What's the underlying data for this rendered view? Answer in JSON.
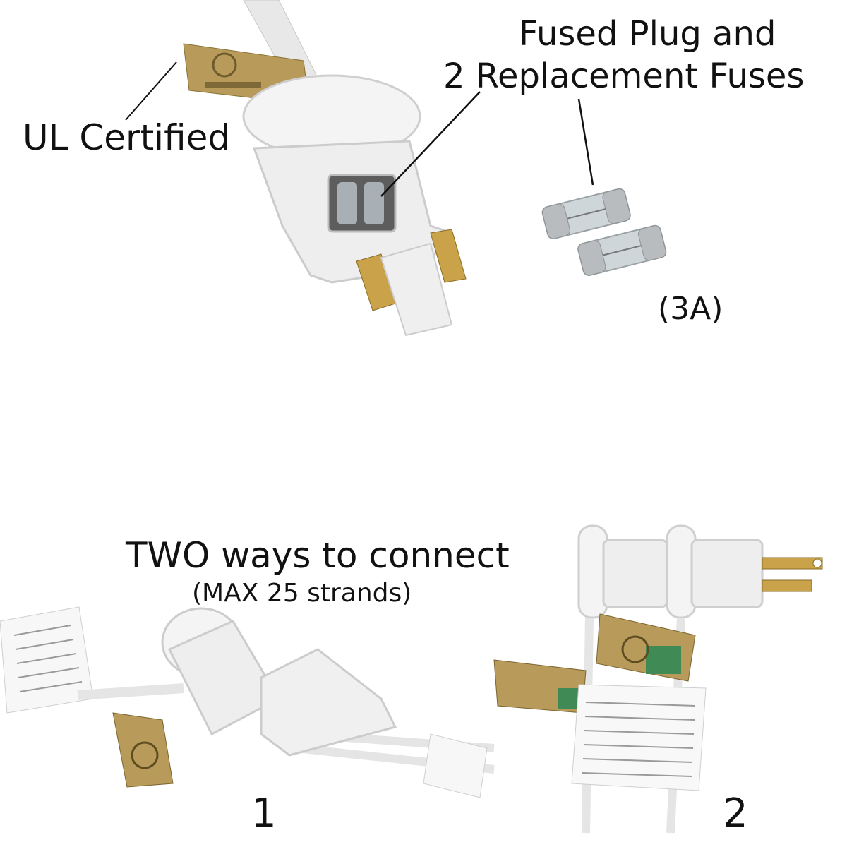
{
  "labels": {
    "ul_certified": "UL Certified",
    "fused_line1": "Fused Plug and",
    "fused_line2": "2 Replacement Fuses",
    "amperage": "(3A)",
    "connect_title": "TWO ways to connect",
    "connect_subtitle": "(MAX 25 strands)",
    "option_1": "1",
    "option_2": "2"
  },
  "colors": {
    "plug_white": "#f2f2f2",
    "plug_shade": "#d6d6d6",
    "brass": "#c9a24a",
    "fuse_glass": "#cfd6da",
    "fuse_cap": "#b9bcbe",
    "ul_tag": "#b89a5a",
    "ul_tag_green": "#3f8a55"
  }
}
